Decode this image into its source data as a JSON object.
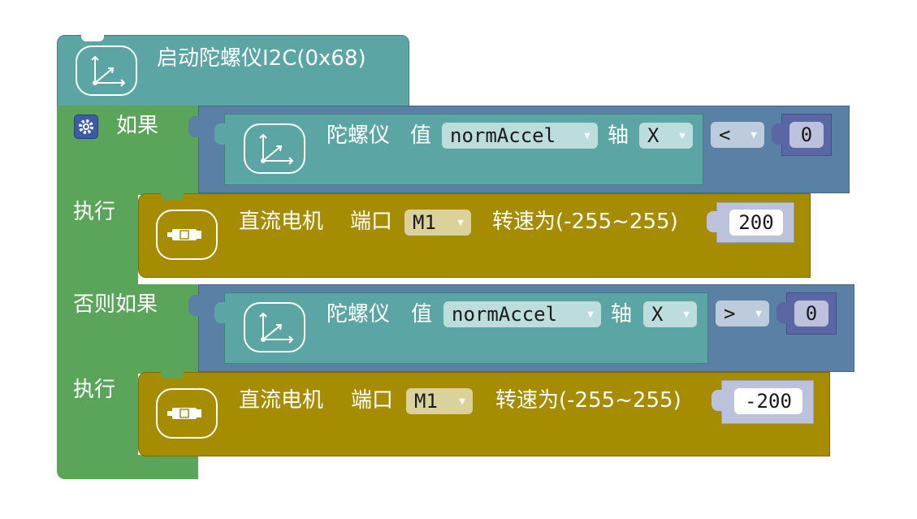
{
  "init_block": {
    "label": "启动陀螺仪I2C(0x68)",
    "icon": "gyroscope-axes-icon"
  },
  "if_block": {
    "if_label": "如果",
    "do_label_1": "执行",
    "elseif_label": "否则如果",
    "do_label_2": "执行",
    "gear_icon": "gear-icon"
  },
  "condition_1": {
    "gyro_label": "陀螺仪",
    "value_label": "值",
    "value_select": "normAccel",
    "axis_label": "轴",
    "axis_select": "X",
    "operator": "<",
    "compare_value": "0"
  },
  "motor_1": {
    "label": "直流电机",
    "port_label": "端口",
    "port_select": "M1",
    "speed_label": "转速为(-255~255)",
    "speed_value": "200",
    "icon": "dc-motor-icon"
  },
  "condition_2": {
    "gyro_label": "陀螺仪",
    "value_label": "值",
    "value_select": "normAccel",
    "axis_label": "轴",
    "axis_select": "X",
    "operator": ">",
    "compare_value": "0"
  },
  "motor_2": {
    "label": "直流电机",
    "port_label": "端口",
    "port_select": "M1",
    "speed_label": "转速为(-255~255)",
    "speed_value": "-200",
    "icon": "dc-motor-icon"
  },
  "colors": {
    "gyro_block": "#5ba5a5",
    "control_block": "#5ba55b",
    "logic_block": "#5b80a5",
    "motor_block": "#a58c00",
    "number_block": "#5b67a5"
  }
}
